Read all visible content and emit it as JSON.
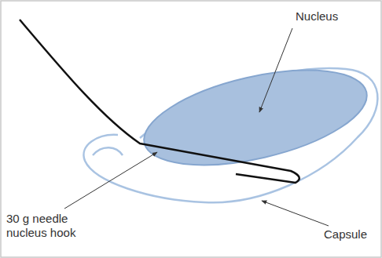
{
  "diagram": {
    "labels": [
      "Nucleus",
      "30 g needle nucleus hook",
      "Capsule"
    ]
  }
}
